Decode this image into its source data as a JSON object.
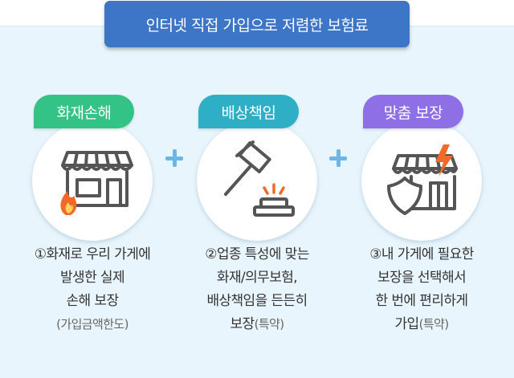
{
  "title": "인터넷 직접 가입으로 저렴한 보험료",
  "colors": {
    "title_bg": "#3d76c6",
    "panel_bg": "#e9f5fc",
    "tag_green": "#34c387",
    "tag_teal": "#2eafc6",
    "tag_purple": "#8f6fe6",
    "plus": "#6cb5e4"
  },
  "cards": [
    {
      "tag": "화재손해",
      "icon": "burning-store-icon",
      "lines": [
        "①화재로 우리 가게에",
        "발생한 실제",
        "손해 보장"
      ],
      "note": "(가입금액한도)",
      "note_prefix": ""
    },
    {
      "tag": "배상책임",
      "icon": "gavel-icon",
      "lines": [
        "②업종 특성에 맞는",
        "화재/의무보험,",
        "배상책임을 든든히"
      ],
      "note_prefix": "보장",
      "note": "(특약)"
    },
    {
      "tag": "맞춤 보장",
      "icon": "protected-store-icon",
      "lines": [
        "③내 가게에 필요한",
        "보장을 선택해서",
        "한 번에 편리하게"
      ],
      "note_prefix": "가입",
      "note": "(특약)"
    }
  ]
}
